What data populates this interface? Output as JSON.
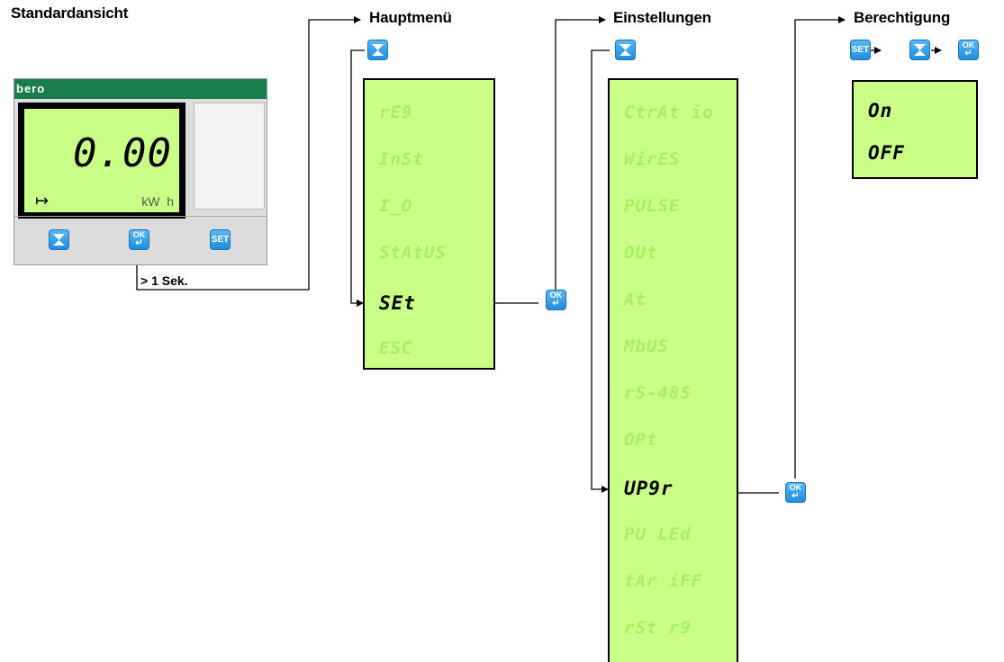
{
  "headings": {
    "standard": "Standardansicht",
    "main": "Hauptmenü",
    "settings": "Einstellungen",
    "permission": "Berechtigung"
  },
  "device": {
    "brand": "bero",
    "reading": "0.00",
    "unit": "kW  h",
    "arrow_symbol": "↦",
    "buttons": {
      "down": "down-button",
      "ok": "OK",
      "set": "SET"
    }
  },
  "hint_label": "> 1 Sek.",
  "main_menu": {
    "items": [
      "rE9",
      "InSt",
      "I_O",
      "StAtUS",
      "SEt",
      "ESC"
    ],
    "active_index": 4
  },
  "settings_menu": {
    "items": [
      "CtrAt io",
      "WirES",
      "PULSE",
      "OUt",
      "At",
      "MbUS",
      "rS-485",
      "OPt",
      "UP9r",
      "PU LEd",
      "tAr iFF",
      "rSt r9"
    ],
    "active_index": 8
  },
  "permission_menu": {
    "items": [
      "On",
      "OFF"
    ]
  },
  "colors": {
    "lcd_green": "#c9ff87",
    "item_inactive": "#a9ef63",
    "device_header": "#1a7d4e",
    "button_blue": "#2b9be8",
    "led_red": "#cc0000"
  }
}
